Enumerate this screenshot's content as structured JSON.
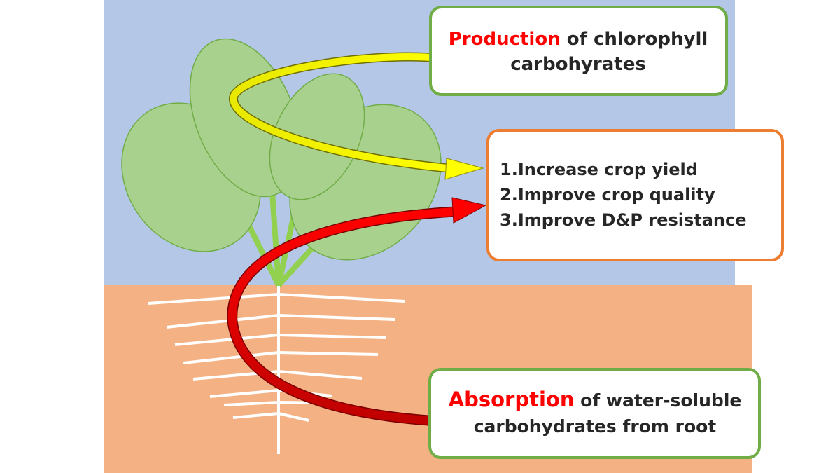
{
  "boxes": {
    "production": {
      "highlight": "Production",
      "line1_rest": " of chlorophyll",
      "line2": "carbohyrates"
    },
    "benefits": {
      "items": [
        "1.Increase crop yield",
        "2.Improve crop quality",
        "3.Improve D&P resistance"
      ]
    },
    "absorption": {
      "highlight": "Absorption",
      "line1_rest": " of water-soluble",
      "line2": "carbohydrates from root"
    }
  },
  "colors": {
    "sky": "#b4c7e7",
    "soil": "#f4b183",
    "leaf_fill": "#a9d18e",
    "leaf_stroke": "#70ad47",
    "stem": "#92d050",
    "root": "#ffffff",
    "box_green_border": "#70ad47",
    "box_orange_border": "#ed7d31",
    "yellow_arrow": "#ffff00",
    "red_arrow": "#ff0000",
    "highlight_text": "#ff0000",
    "body_text": "#262626"
  },
  "icons": {
    "leaves": "leaf-shape",
    "roots": "root-system",
    "yellow_arrow": "curved-arrow",
    "red_arrow": "curved-arrow"
  }
}
